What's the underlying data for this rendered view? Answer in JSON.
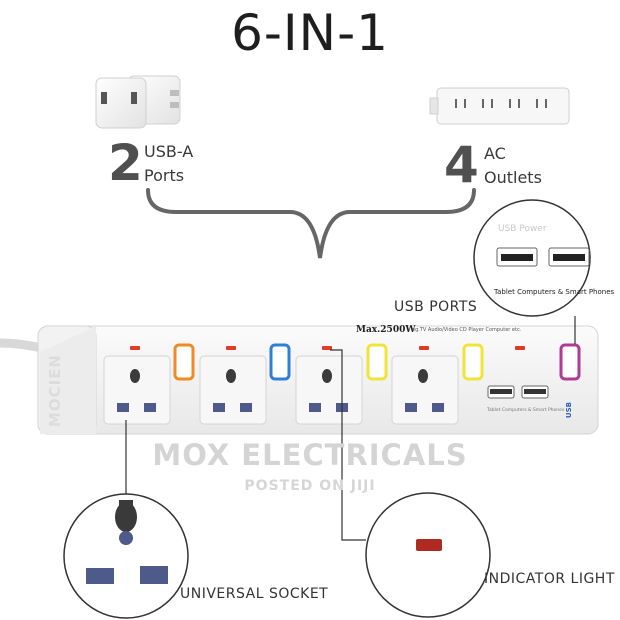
{
  "title": "6-IN-1",
  "usb_a": {
    "count": "2",
    "line1": "USB-A",
    "line2": "Ports"
  },
  "ac": {
    "count": "4",
    "line1": "AC",
    "line2": "Outlets"
  },
  "labels": {
    "usb_ports": "USB PORTS",
    "universal_socket": "UNIVERSAL SOCKET",
    "indicator_light": "INDICATOR LIGHT"
  },
  "strip": {
    "brand": "MOCIEN",
    "max_rating": "Max.2500W",
    "rating_note": "eg.TV Audio/Video CD Player Computer etc.",
    "usb_caption": "Tablet Computers & Smart Phones",
    "usb_logo": "USB"
  },
  "zoom_usb": {
    "top_text": "USB Power",
    "caption": "Tablet Computers & Smart Phones"
  },
  "watermark": {
    "main": "MOX ELECTRICALS",
    "sub": "POSTED ON JIJI"
  },
  "colors": {
    "indicator_red": "#e23a2a",
    "switch_orange": "#f08a24",
    "switch_blue": "#2f7fd8",
    "switch_yellow": "#f2e33c",
    "switch_purple": "#b23a95"
  }
}
